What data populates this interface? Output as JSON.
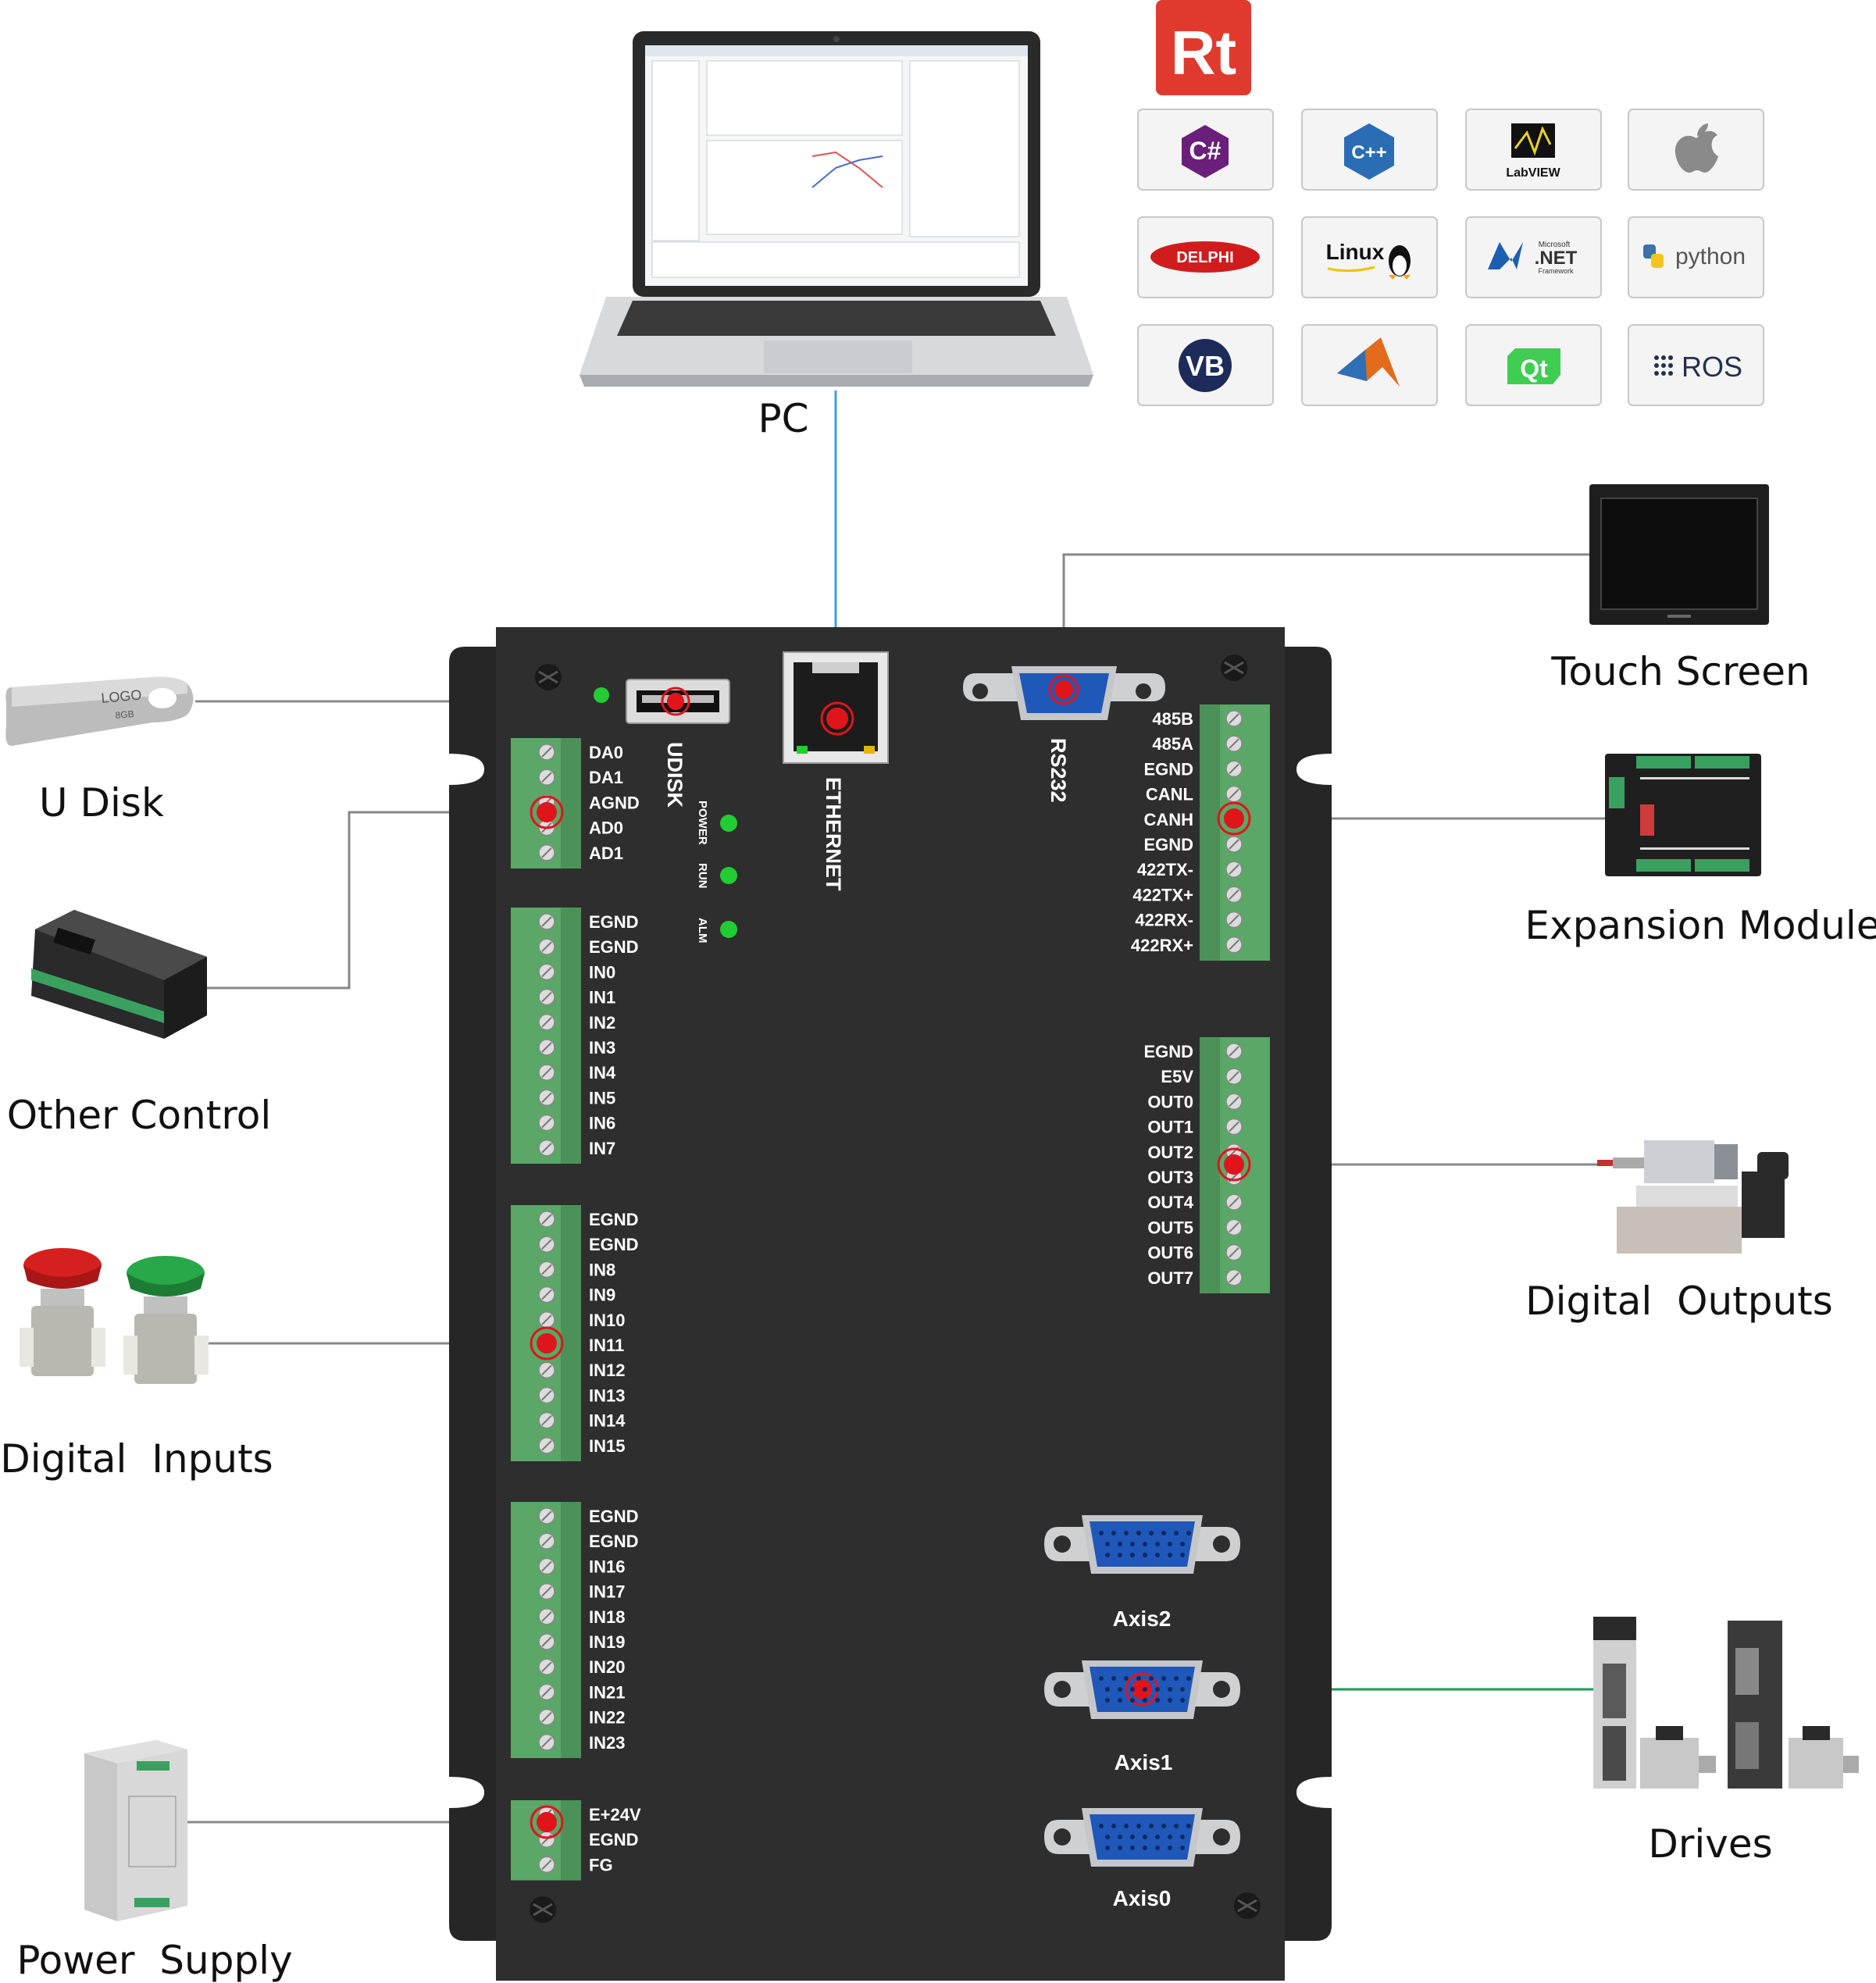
{
  "peripherals": {
    "pc": "PC",
    "touch_screen": "Touch Screen",
    "u_disk": "U Disk",
    "other_control": "Other Control",
    "digital_inputs": "Digital  Inputs",
    "power_supply": "Power  Supply",
    "expansion_module": "Expansion Module",
    "digital_outputs": "Digital  Outputs",
    "drives": "Drives"
  },
  "peripheral_details": {
    "usb_logo": "LOGO",
    "usb_size": "8GB"
  },
  "sdk_badges": {
    "rt": "Rt",
    "csharp": "C#",
    "cpp": "C++",
    "labview": "LabVIEW",
    "apple": "apple-logo",
    "delphi": "DELPHI",
    "linux": "Linux",
    "dotnet_small": "Microsoft",
    "dotnet": ".NET",
    "dotnet_fw": "Framework",
    "python": "python",
    "vb": "VB",
    "matlab": "matlab-logo",
    "qt": "Qt",
    "ros": "ROS"
  },
  "controller": {
    "ports": {
      "udisk": "UDISK",
      "ethernet": "ETHERNET",
      "rs232": "RS232"
    },
    "leds": {
      "power": "POWER",
      "run": "RUN",
      "alm": "ALM"
    },
    "axes": {
      "axis2": "Axis2",
      "axis1": "Axis1",
      "axis0": "Axis0"
    },
    "terminals": {
      "analog": [
        "DA0",
        "DA1",
        "AGND",
        "AD0",
        "AD1"
      ],
      "inputs_a": [
        "EGND",
        "EGND",
        "IN0",
        "IN1",
        "IN2",
        "IN3",
        "IN4",
        "IN5",
        "IN6",
        "IN7"
      ],
      "inputs_b": [
        "EGND",
        "EGND",
        "IN8",
        "IN9",
        "IN10",
        "IN11",
        "IN12",
        "IN13",
        "IN14",
        "IN15"
      ],
      "inputs_c": [
        "EGND",
        "EGND",
        "IN16",
        "IN17",
        "IN18",
        "IN19",
        "IN20",
        "IN21",
        "IN22",
        "IN23"
      ],
      "power": [
        "E+24V",
        "EGND",
        "FG"
      ],
      "comm": [
        "485B",
        "485A",
        "EGND",
        "CANL",
        "CANH",
        "EGND",
        "422TX-",
        "422TX+",
        "422RX-",
        "422RX+"
      ],
      "outputs": [
        "EGND",
        "E5V",
        "OUT0",
        "OUT1",
        "OUT2",
        "OUT3",
        "OUT4",
        "OUT5",
        "OUT6",
        "OUT7"
      ]
    }
  },
  "colors": {
    "board": "#2c2c2c",
    "terminal": "#5aa767",
    "marker": "#e0141b",
    "led": "#22cc33",
    "pc_link": "#3aa0d8",
    "drive_link": "#1a9a55",
    "link": "#888888",
    "port_blue": "#1f58b8"
  }
}
